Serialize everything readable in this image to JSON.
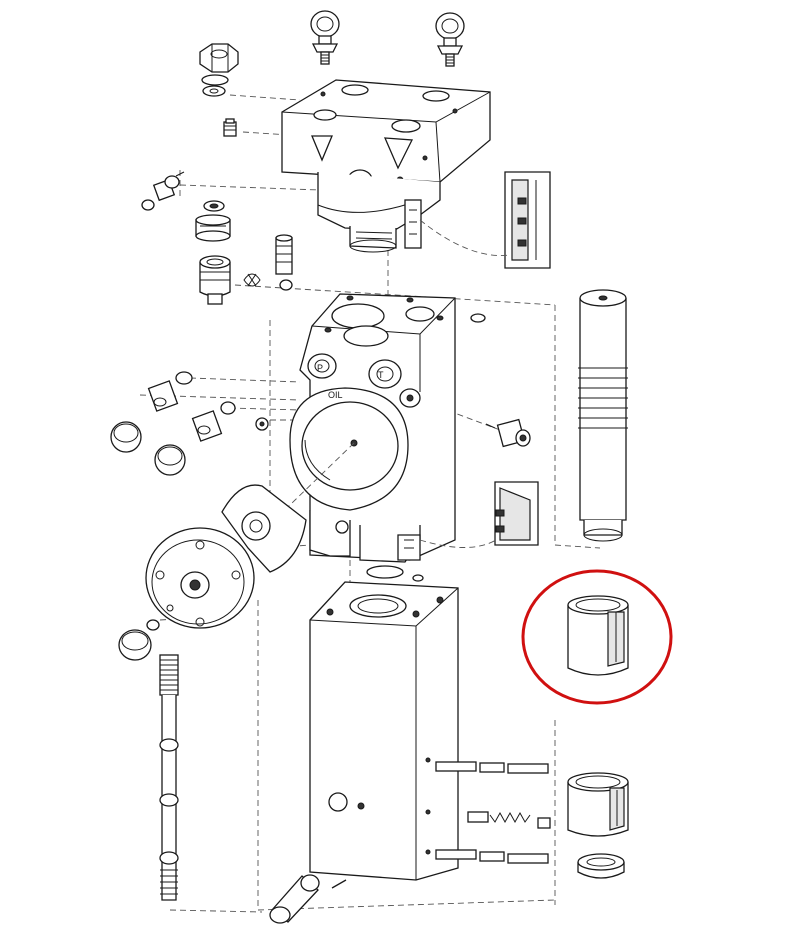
{
  "diagram": {
    "type": "exploded-view",
    "port_labels": {
      "p": "P",
      "t": "T",
      "oil": "OIL"
    },
    "highlight_color": "#d01010"
  }
}
